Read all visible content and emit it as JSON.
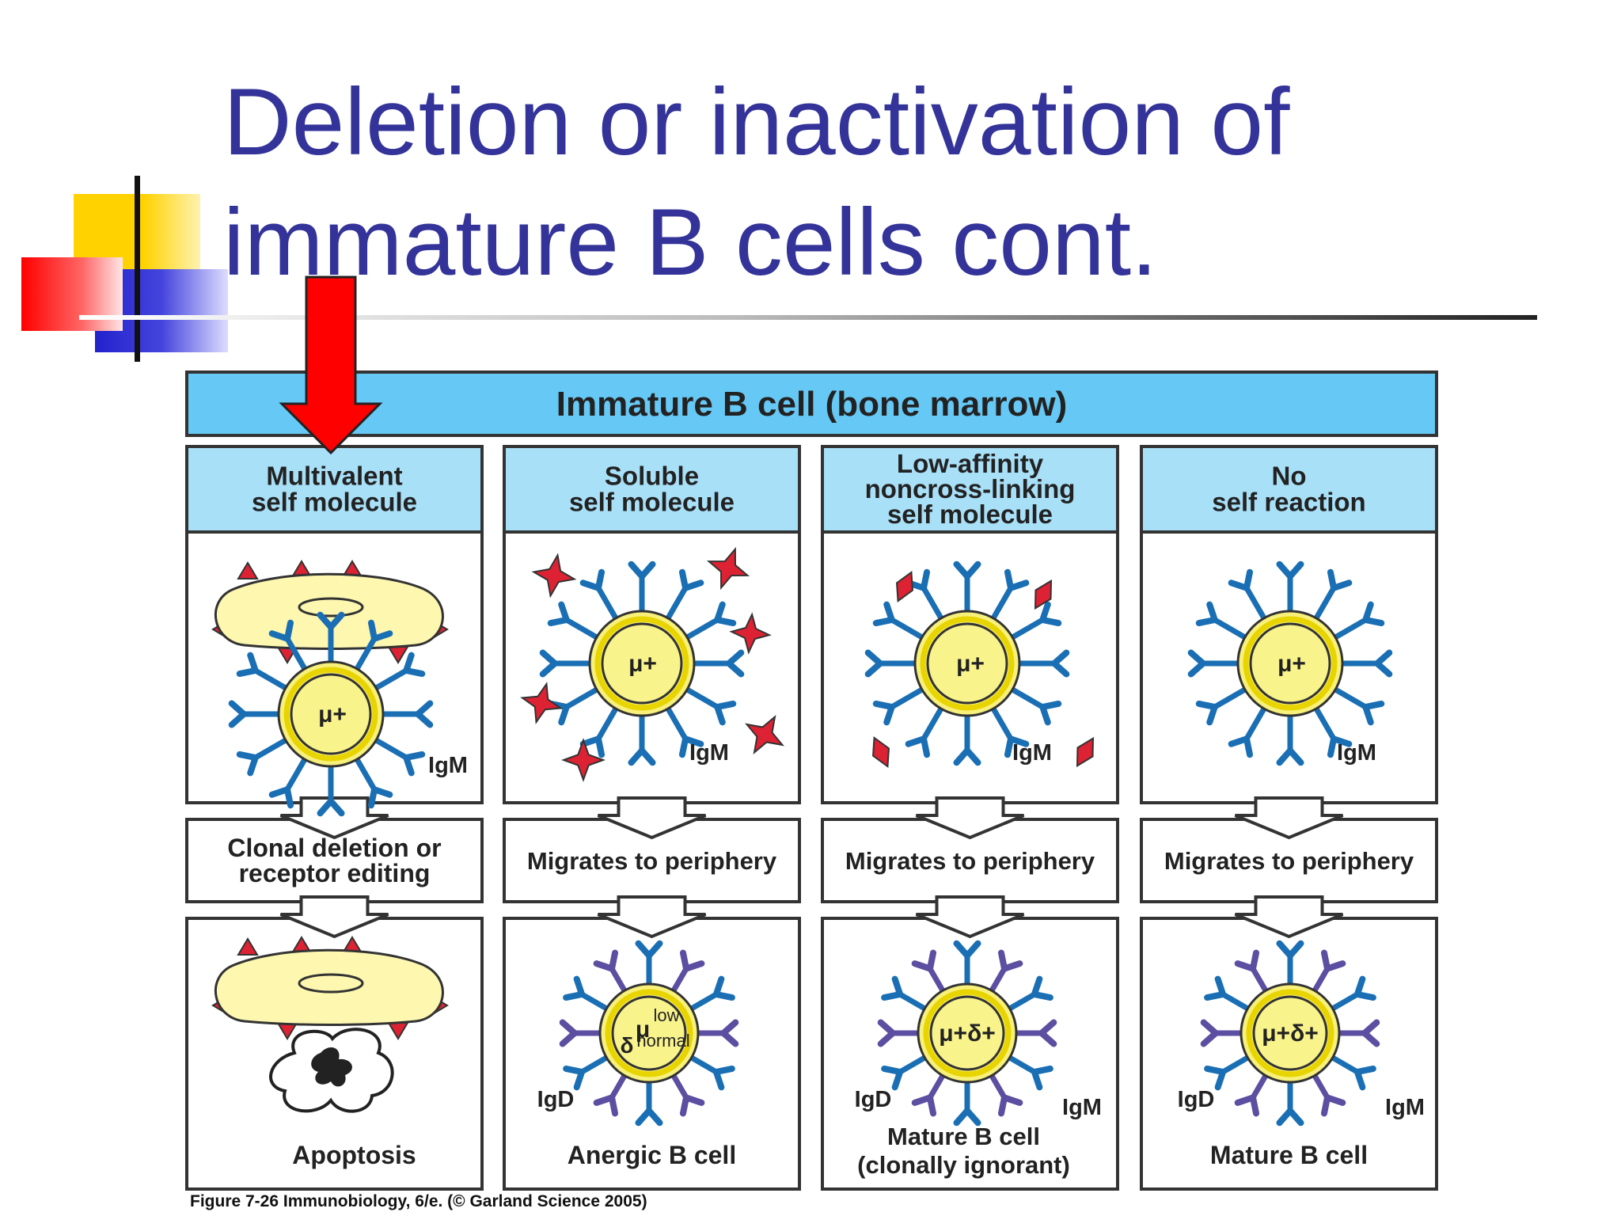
{
  "slide": {
    "title_line1": "Deletion or inactivation of",
    "title_line2": "immature B cells cont.",
    "title_color": "#333399"
  },
  "figure": {
    "header": "Immature B cell (bone marrow)",
    "header_color": "#66c8f5",
    "subheader_color": "#a8e0f8",
    "columns": [
      {
        "condition": [
          "Multivalent",
          "self molecule"
        ],
        "cell_label": "μ+",
        "receptor_label": "IgM",
        "outcome": [
          "Clonal deletion or",
          "receptor editing"
        ],
        "result": [
          "Apoptosis"
        ]
      },
      {
        "condition": [
          "Soluble",
          "self molecule"
        ],
        "cell_label": "μ+",
        "receptor_label": "IgM",
        "outcome": [
          "Migrates to periphery"
        ],
        "result_cell_label": [
          "μ",
          "low",
          "δ",
          "normal"
        ],
        "result_receptor_label": "IgD",
        "result": [
          "Anergic B cell"
        ]
      },
      {
        "condition": [
          "Low-affinity",
          "noncross-linking",
          "self molecule"
        ],
        "cell_label": "μ+",
        "receptor_label": "IgM",
        "outcome": [
          "Migrates to periphery"
        ],
        "result_cell_label": "μ+δ+",
        "result_receptor_labels": [
          "IgD",
          "IgM"
        ],
        "result": [
          "Mature B cell",
          "(clonally ignorant)"
        ]
      },
      {
        "condition": [
          "No",
          "self reaction"
        ],
        "cell_label": "μ+",
        "receptor_label": "IgM",
        "outcome": [
          "Migrates to periphery"
        ],
        "result_cell_label": "μ+δ+",
        "result_receptor_labels": [
          "IgD",
          "IgM"
        ],
        "result": [
          "Mature B cell"
        ]
      }
    ],
    "caption": "Figure 7-26  Immunobiology, 6/e. (© Garland Science 2005)",
    "colors": {
      "cell_fill": "#f7f07a",
      "cell_ring": "#e8d400",
      "membrane_fill": "#fdf7b0",
      "igm_color": "#1a6fb4",
      "igd_color": "#5c4ea0",
      "antigen_color": "#dd2233",
      "arrow_color": "#ff0000"
    }
  }
}
